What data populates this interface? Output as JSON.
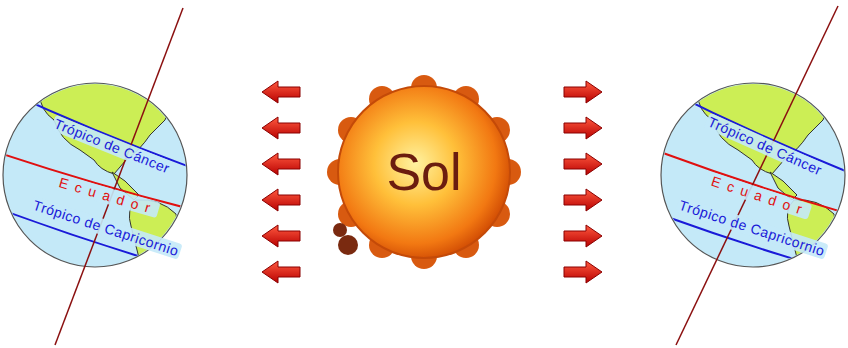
{
  "diagram": {
    "nodes": [
      {
        "text": [
          "Trópico de Cáncer",
          "Ecuador",
          "Trópico de Capricornio"
        ]
      },
      {
        "text": [
          "Sol"
        ]
      },
      {
        "text": [
          "Trópico de Cáncer",
          "Ecuador",
          "Trópico de Capricornio"
        ]
      }
    ]
  }
}
